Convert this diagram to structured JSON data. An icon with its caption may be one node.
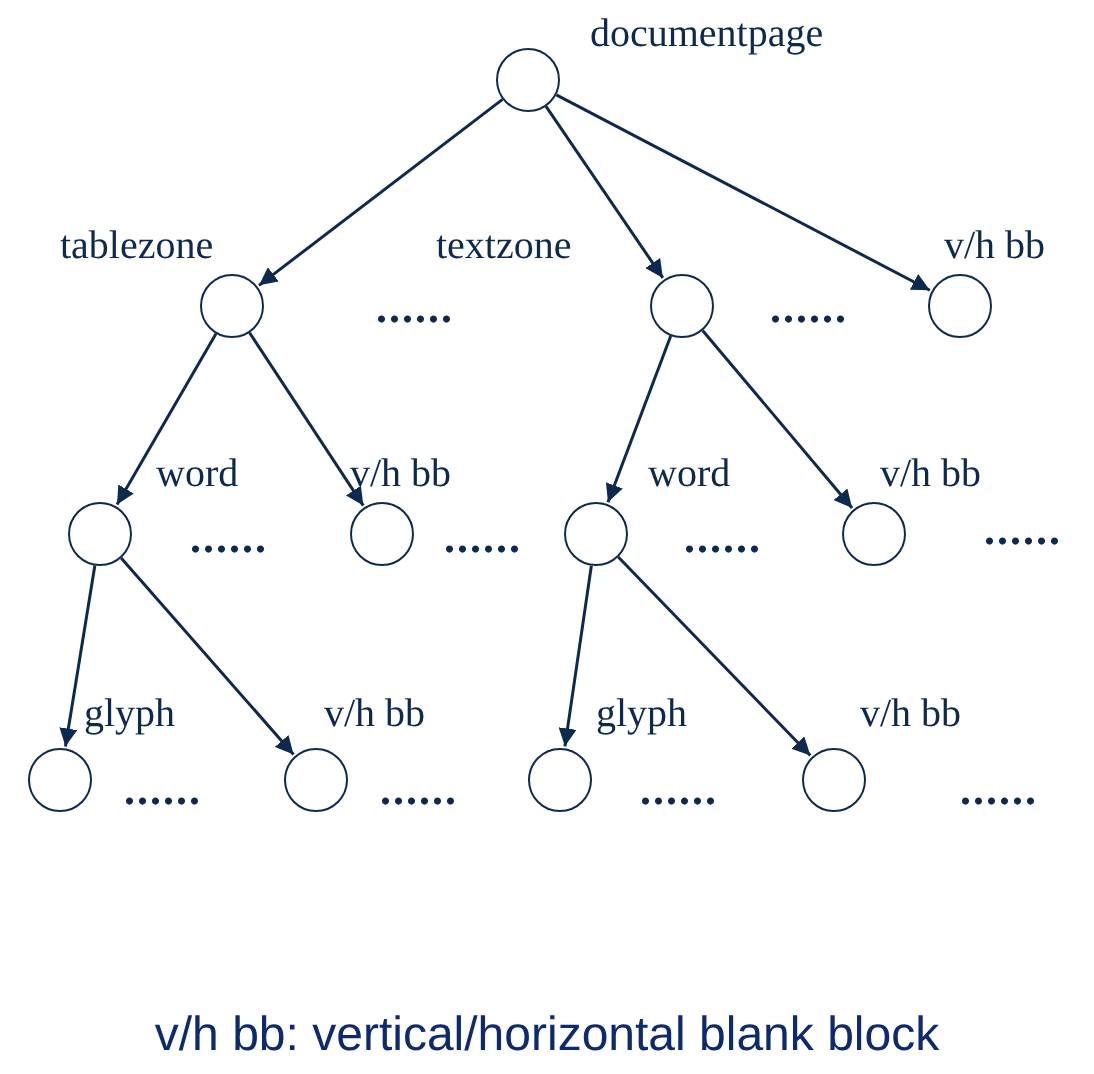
{
  "diagram": {
    "caption": "v/h bb: vertical/horizontal blank block",
    "nodes": [
      {
        "text": [
          "documentpage"
        ]
      },
      {
        "text": [
          "tablezone"
        ]
      },
      {
        "text": [
          "textzone"
        ]
      },
      {
        "text": [
          "v/h bb"
        ]
      },
      {
        "text": [
          "word"
        ]
      },
      {
        "text": [
          "v/h bb"
        ]
      },
      {
        "text": [
          "word"
        ]
      },
      {
        "text": [
          "v/h bb"
        ]
      },
      {
        "text": [
          "glyph"
        ]
      },
      {
        "text": [
          "v/h bb"
        ]
      },
      {
        "text": [
          "glyph"
        ]
      },
      {
        "text": [
          "v/h bb"
        ]
      }
    ],
    "edges": [
      {
        "from": 0,
        "to": 1,
        "arrow": "to"
      },
      {
        "from": 0,
        "to": 2,
        "arrow": "to"
      },
      {
        "from": 0,
        "to": 3,
        "arrow": "to"
      },
      {
        "from": 1,
        "to": 4,
        "arrow": "to"
      },
      {
        "from": 1,
        "to": 5,
        "arrow": "to"
      },
      {
        "from": 2,
        "to": 6,
        "arrow": "to"
      },
      {
        "from": 2,
        "to": 7,
        "arrow": "to"
      },
      {
        "from": 4,
        "to": 8,
        "arrow": "to"
      },
      {
        "from": 4,
        "to": 9,
        "arrow": "to"
      },
      {
        "from": 6,
        "to": 10,
        "arrow": "to"
      },
      {
        "from": 6,
        "to": 11,
        "arrow": "to"
      }
    ],
    "labels": [
      "......",
      "......",
      "......",
      "......",
      "......",
      "......",
      "......",
      "......",
      "......",
      "......"
    ]
  }
}
